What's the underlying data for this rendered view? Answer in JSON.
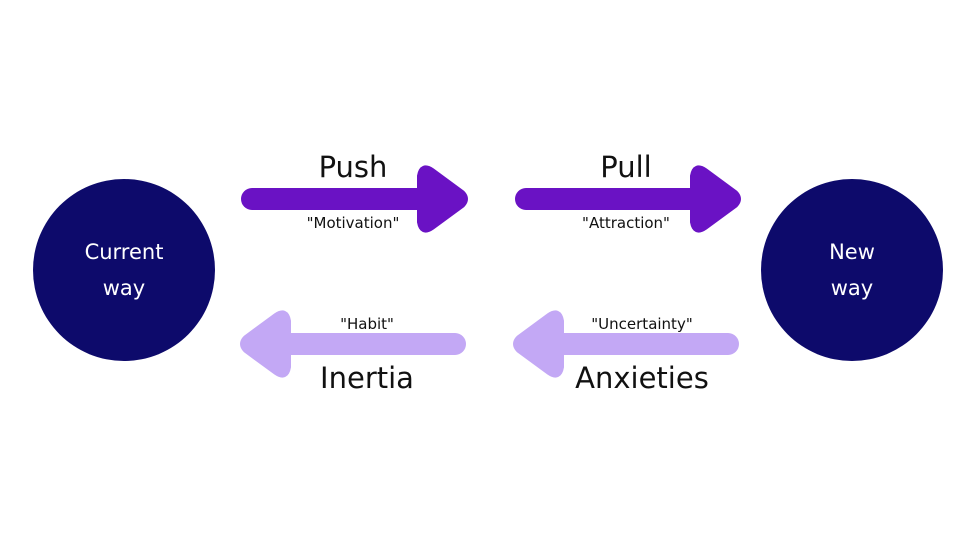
{
  "colors": {
    "background": "#ffffff",
    "node_fill": "#0d0a6b",
    "node_text": "#ffffff",
    "forward_arrow": "#6a12c4",
    "backward_arrow": "#c3a8f5",
    "label_text": "#111111"
  },
  "nodes": {
    "current": {
      "line1": "Current",
      "line2": "way"
    },
    "new": {
      "line1": "New",
      "line2": "way"
    }
  },
  "forces": {
    "push": {
      "label": "Push",
      "quote": "\"Motivation\"",
      "direction": "forward"
    },
    "pull": {
      "label": "Pull",
      "quote": "\"Attraction\"",
      "direction": "forward"
    },
    "inertia": {
      "label": "Inertia",
      "quote": "\"Habit\"",
      "direction": "backward"
    },
    "anxieties": {
      "label": "Anxieties",
      "quote": "\"Uncertainty\"",
      "direction": "backward"
    }
  }
}
